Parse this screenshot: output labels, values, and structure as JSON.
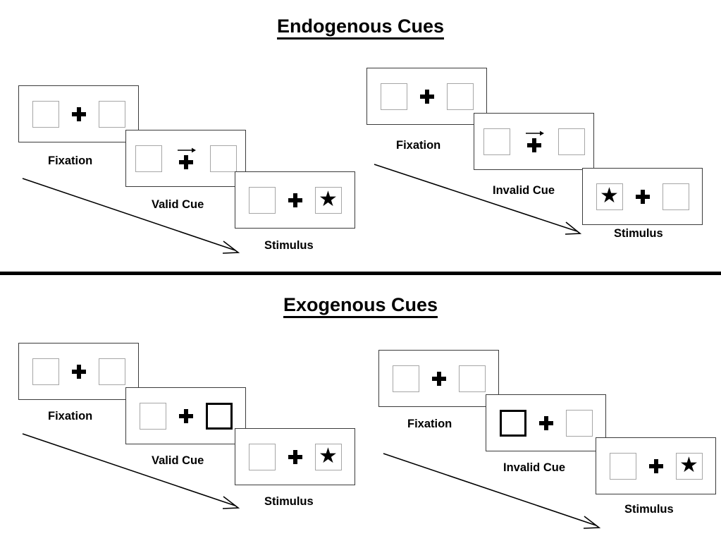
{
  "figure": {
    "title_endogenous": "Endogenous Cues",
    "title_exogenous": "Exogenous Cues",
    "colors": {
      "ink": "#000000",
      "frame_border": "#3b3b3b",
      "placeholder_border": "#a6a6a6",
      "cued_border": "#000000",
      "background": "#ffffff"
    }
  },
  "sections": [
    {
      "id": "endogenous",
      "title": "Endogenous Cues",
      "cue_type": "central-arrow",
      "sequences": [
        {
          "id": "endogenous-valid",
          "validity": "Valid",
          "panels": [
            {
              "caption": "Fixation",
              "left_box": "empty",
              "right_box": "empty",
              "center": "plus",
              "arrow_direction": null
            },
            {
              "caption": "Valid Cue",
              "left_box": "empty",
              "right_box": "empty",
              "center": "plus-with-arrow",
              "arrow_direction": "right"
            },
            {
              "caption": "Stimulus",
              "left_box": "empty",
              "right_box": "star",
              "center": "plus",
              "arrow_direction": null
            }
          ]
        },
        {
          "id": "endogenous-invalid",
          "validity": "Invalid",
          "panels": [
            {
              "caption": "Fixation",
              "left_box": "empty",
              "right_box": "empty",
              "center": "plus",
              "arrow_direction": null
            },
            {
              "caption": "Invalid Cue",
              "left_box": "empty",
              "right_box": "empty",
              "center": "plus-with-arrow",
              "arrow_direction": "right"
            },
            {
              "caption": "Stimulus",
              "left_box": "star",
              "right_box": "empty",
              "center": "plus",
              "arrow_direction": null
            }
          ]
        }
      ]
    },
    {
      "id": "exogenous",
      "title": "Exogenous Cues",
      "cue_type": "peripheral-box-flash",
      "sequences": [
        {
          "id": "exogenous-valid",
          "validity": "Valid",
          "panels": [
            {
              "caption": "Fixation",
              "left_box": "empty",
              "right_box": "empty",
              "center": "plus",
              "arrow_direction": null
            },
            {
              "caption": "Valid Cue",
              "left_box": "empty",
              "right_box": "cued",
              "center": "plus",
              "arrow_direction": null
            },
            {
              "caption": "Stimulus",
              "left_box": "empty",
              "right_box": "star",
              "center": "plus",
              "arrow_direction": null
            }
          ]
        },
        {
          "id": "exogenous-invalid",
          "validity": "Invalid",
          "panels": [
            {
              "caption": "Fixation",
              "left_box": "empty",
              "right_box": "empty",
              "center": "plus",
              "arrow_direction": null
            },
            {
              "caption": "Invalid Cue",
              "left_box": "cued",
              "right_box": "empty",
              "center": "plus",
              "arrow_direction": null
            },
            {
              "caption": "Stimulus",
              "left_box": "empty",
              "right_box": "star",
              "center": "plus",
              "arrow_direction": null
            }
          ]
        }
      ]
    }
  ],
  "glyphs": {
    "star": "★",
    "plus": "plus-icon",
    "cue_arrow": "arrow-right-icon",
    "time_arrow": "time-progression-arrow-icon"
  },
  "captions": {
    "fixation": "Fixation",
    "valid_cue": "Valid Cue",
    "invalid_cue": "Invalid Cue",
    "stimulus": "Stimulus"
  }
}
